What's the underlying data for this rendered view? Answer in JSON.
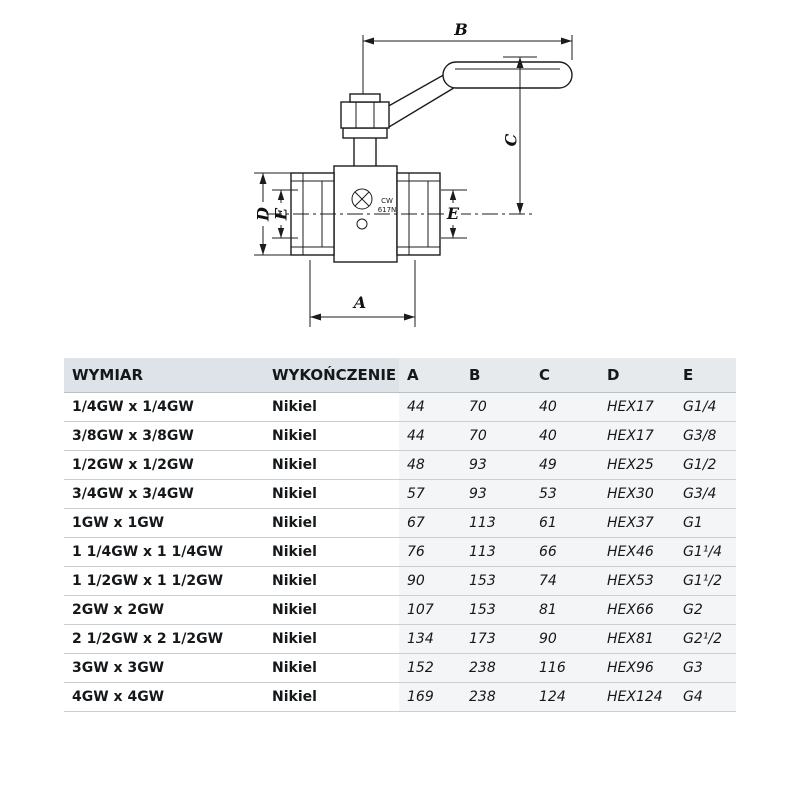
{
  "drawing": {
    "labels": {
      "a": "A",
      "b": "B",
      "c": "C",
      "d": "D",
      "e_left": "E",
      "e_right": "E"
    },
    "marking": {
      "line1": "CW",
      "line2": "617N"
    }
  },
  "table": {
    "columns": [
      "WYMIAR",
      "WYKOŃCZENIE",
      "A",
      "B",
      "C",
      "D",
      "E"
    ],
    "rows": [
      [
        "1/4GW x 1/4GW",
        "Nikiel",
        "44",
        "70",
        "40",
        "HEX17",
        "G1/4"
      ],
      [
        "3/8GW x 3/8GW",
        "Nikiel",
        "44",
        "70",
        "40",
        "HEX17",
        "G3/8"
      ],
      [
        "1/2GW x 1/2GW",
        "Nikiel",
        "48",
        "93",
        "49",
        "HEX25",
        "G1/2"
      ],
      [
        "3/4GW x 3/4GW",
        "Nikiel",
        "57",
        "93",
        "53",
        "HEX30",
        "G3/4"
      ],
      [
        "1GW x 1GW",
        "Nikiel",
        "67",
        "113",
        "61",
        "HEX37",
        "G1"
      ],
      [
        "1 1/4GW x 1 1/4GW",
        "Nikiel",
        "76",
        "113",
        "66",
        "HEX46",
        "G1¹/4"
      ],
      [
        "1 1/2GW x 1 1/2GW",
        "Nikiel",
        "90",
        "153",
        "74",
        "HEX53",
        "G1¹/2"
      ],
      [
        "2GW x 2GW",
        "Nikiel",
        "107",
        "153",
        "81",
        "HEX66",
        "G2"
      ],
      [
        "2 1/2GW x 2 1/2GW",
        "Nikiel",
        "134",
        "173",
        "90",
        "HEX81",
        "G2¹/2"
      ],
      [
        "3GW x 3GW",
        "Nikiel",
        "152",
        "238",
        "116",
        "HEX96",
        "G3"
      ],
      [
        "4GW x 4GW",
        "Nikiel",
        "169",
        "238",
        "124",
        "HEX124",
        "G4"
      ]
    ]
  },
  "colors": {
    "header_bg": "#dde3e8",
    "header_num_bg": "#e6eaed",
    "num_band_bg": "#f3f5f6",
    "row_line": "#c9ced3",
    "line_color": "#1c1c1c"
  }
}
